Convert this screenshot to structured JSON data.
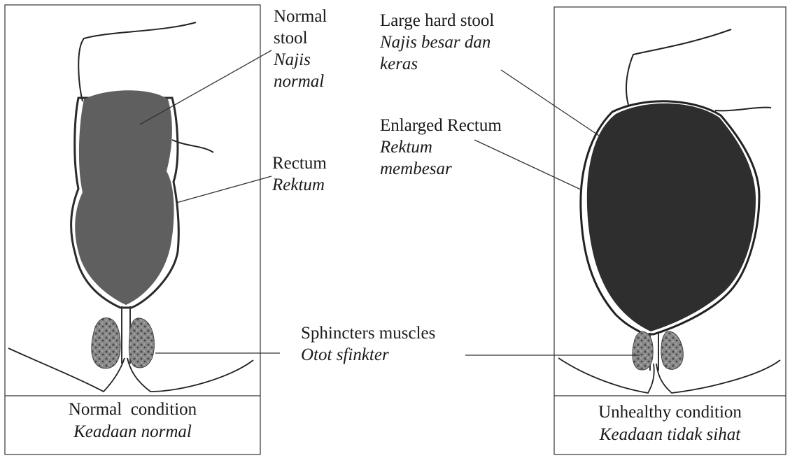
{
  "colors": {
    "stool_normal": "#5f5f5f",
    "stool_unhealthy": "#2e2e2e",
    "sphincter": "#7a7a7a",
    "line": "#333333"
  },
  "labels": {
    "normal_stool_en_1": "Normal",
    "normal_stool_en_2": "stool",
    "normal_stool_ms_1": "Najis",
    "normal_stool_ms_2": "normal",
    "rectum_en": "Rectum",
    "rectum_ms": "Rektum",
    "large_stool_en": "Large hard stool",
    "large_stool_ms_1": "Najis besar dan",
    "large_stool_ms_2": "keras",
    "enlarged_rectum_en": "Enlarged Rectum",
    "enlarged_rectum_ms_1": "Rektum",
    "enlarged_rectum_ms_2": "membesar",
    "sphincter_en": "Sphincters muscles",
    "sphincter_ms": "Otot sfinkter"
  },
  "captions": {
    "normal_en": "Normal  condition",
    "normal_ms": "Keadaan normal",
    "unhealthy_en": "Unhealthy condition",
    "unhealthy_ms": "Keadaan tidak sihat"
  }
}
